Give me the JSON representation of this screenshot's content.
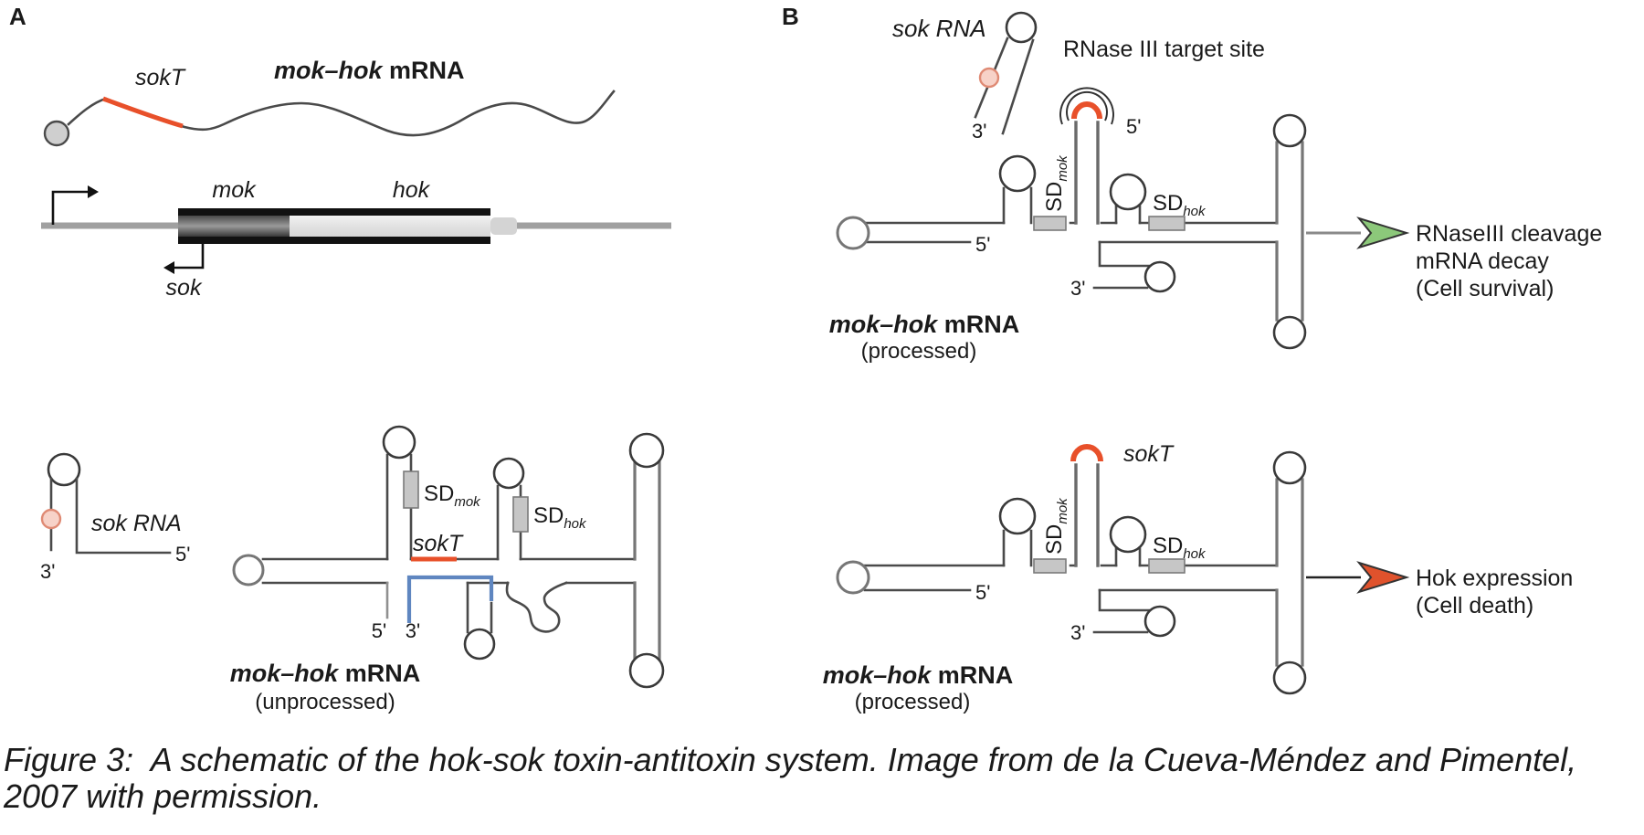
{
  "colors": {
    "accent_orange": "#E8502A",
    "antisense_blue": "#5F86C0",
    "survival_green": "#8CC87A",
    "death_red": "#E0522C",
    "sok_pink_fill": "#F7D2C8",
    "sok_pink_stroke": "#DF8A74",
    "sd_box_gray": "#C6C6C6",
    "line_dark": "#4A4A4A",
    "line_gray": "#909090"
  },
  "panel_a": {
    "label": "A",
    "top": {
      "sokT": "sokT",
      "mrna_italic": "mok–hok",
      "mrna_roman": " mRNA"
    },
    "gene_map": {
      "mok": "mok",
      "hok": "hok",
      "sok": "sok"
    },
    "sok_rna": {
      "label": "sok RNA",
      "three_prime": "3'",
      "five_prime": "5'"
    },
    "unprocessed": {
      "sd": "SD",
      "sd_mok_sub": "mok",
      "sd_hok_sub": "hok",
      "sokT": "sokT",
      "five_prime": "5'",
      "three_prime": "3'",
      "title_italic": "mok–hok",
      "title_roman": " mRNA",
      "subtitle": "(unprocessed)"
    }
  },
  "panel_b": {
    "label": "B",
    "sok_rna_label": "sok RNA",
    "rnase_site_label": "RNase III target site",
    "top_structure": {
      "three_prime": "3'",
      "five_prime": "5'",
      "sd": "SD",
      "sd_mok_sub": "mok",
      "sd_hok_sub": "hok",
      "inner_three_prime": "3'",
      "end_five_prime": "5'",
      "title_italic": "mok–hok",
      "title_roman": " mRNA",
      "subtitle": "(processed)"
    },
    "green_arrow": {
      "line1": "RNaseIII cleavage",
      "line2": "mRNA decay",
      "line3": "(Cell survival)"
    },
    "bottom_structure": {
      "sokT": "sokT",
      "sd": "SD",
      "sd_mok_sub": "mok",
      "sd_hok_sub": "hok",
      "five_prime": "5'",
      "three_prime": "3'",
      "title_italic": "mok–hok",
      "title_roman": " mRNA",
      "subtitle": "(processed)"
    },
    "red_arrow": {
      "line1": "Hok expression",
      "line2": "(Cell death)"
    }
  },
  "caption": {
    "line1": "Figure 3:  A schematic of the hok-sok toxin-antitoxin system. Image from de la Cueva-Méndez and Pimentel,",
    "line2": "2007 with permission."
  }
}
